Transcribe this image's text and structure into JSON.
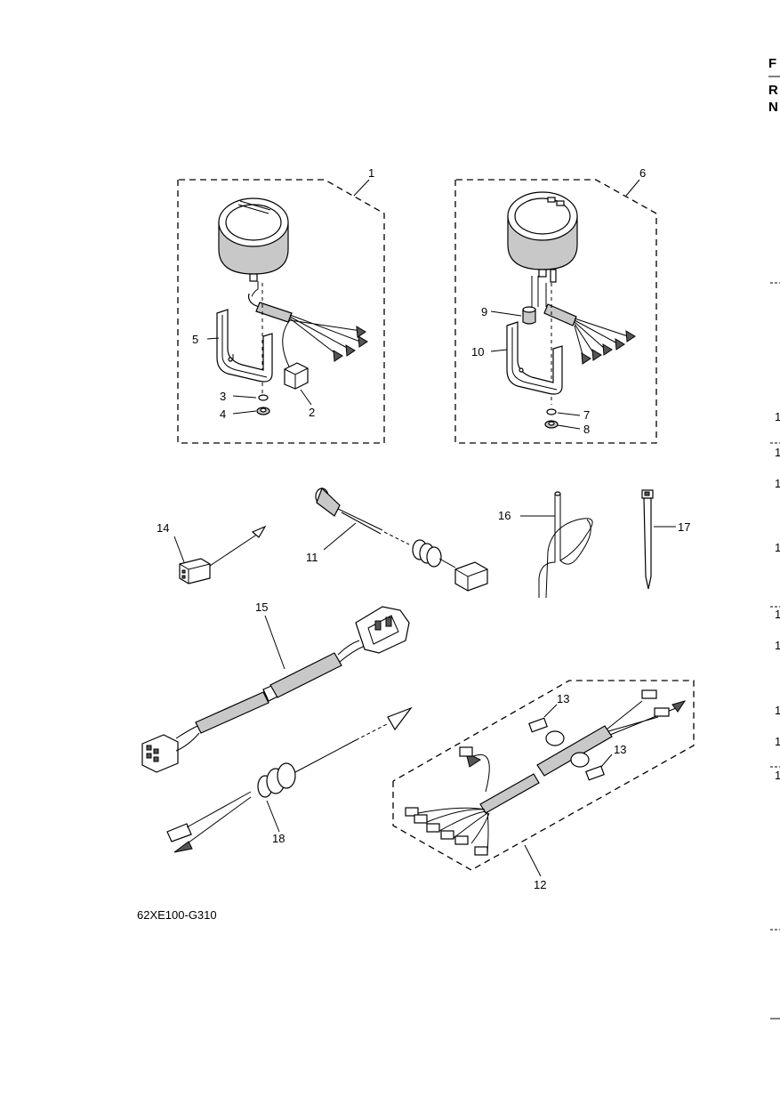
{
  "diagram_code": "62XE100-G310",
  "callouts": [
    "1",
    "2",
    "3",
    "4",
    "5",
    "6",
    "7",
    "8",
    "9",
    "10",
    "11",
    "12",
    "13",
    "13",
    "14",
    "15",
    "16",
    "17",
    "18"
  ],
  "right_edge": {
    "letters": [
      "F",
      "R",
      "N"
    ],
    "numbers": [
      "1",
      "1",
      "1",
      "1",
      "1",
      "1",
      "1",
      "1",
      "1"
    ]
  }
}
